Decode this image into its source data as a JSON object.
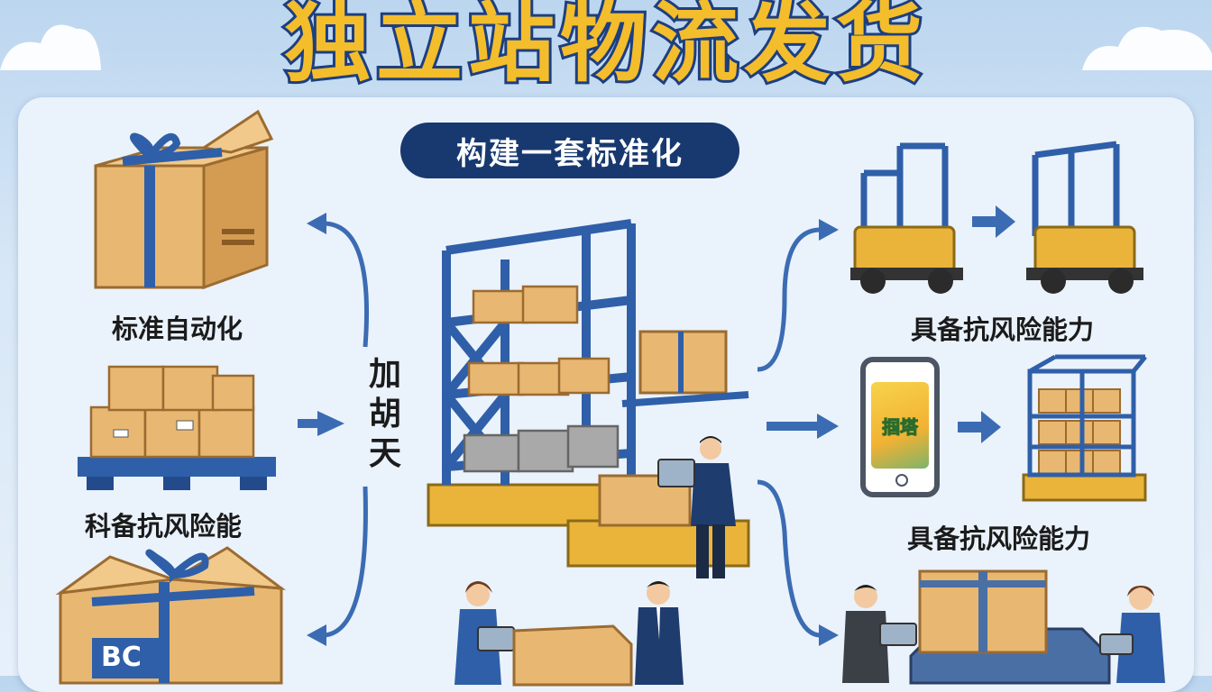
{
  "title": "独立站物流发货",
  "center_pill": "构建一套标准化",
  "left_labels": [
    "标准自动化",
    "科备抗风险能"
  ],
  "vertical_text": [
    "加",
    "胡",
    "天"
  ],
  "right_labels": [
    "具备抗风险能力",
    "具备抗风险能力"
  ],
  "phone_screen_text": "掴塔",
  "box_mark_text": "BC",
  "colors": {
    "navy": "#17396f",
    "yellow": "#f4bd2c",
    "rack_blue": "#3b6cb3",
    "box": "#e8b872",
    "pallet": "#eab43b"
  }
}
